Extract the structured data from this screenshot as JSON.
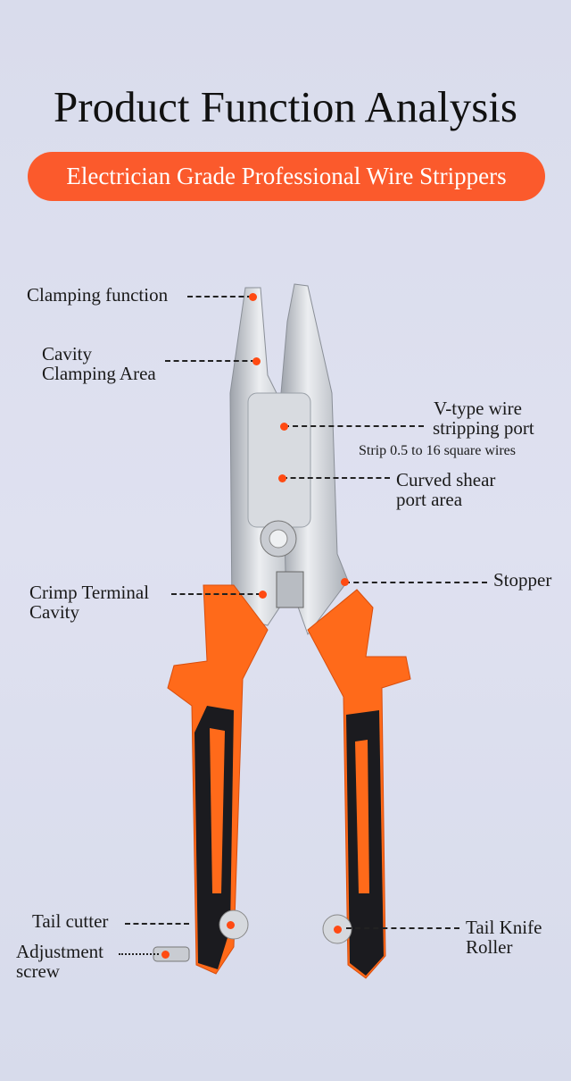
{
  "header": {
    "title": "Product Function Analysis",
    "subtitle": "Electrician Grade Professional Wire Strippers"
  },
  "labels": {
    "clamping_function": "Clamping function",
    "cavity_clamping": [
      "Cavity",
      "Clamping Area"
    ],
    "v_type": [
      "V-type wire",
      "stripping port"
    ],
    "strip_note": "Strip 0.5 to 16 square wires",
    "curved_shear": [
      "Curved shear",
      "port area"
    ],
    "stopper": "Stopper",
    "crimp_terminal": [
      "Crimp Terminal",
      "Cavity"
    ],
    "tail_cutter": "Tail cutter",
    "adjustment_screw": [
      "Adjustment",
      "screw"
    ],
    "tail_knife": [
      "Tail Knife",
      "Roller"
    ]
  },
  "colors": {
    "accent": "#fb5a2c",
    "marker": "#ff4a12",
    "handle_orange": "#ff6a1a",
    "handle_black": "#1b1b1f"
  }
}
